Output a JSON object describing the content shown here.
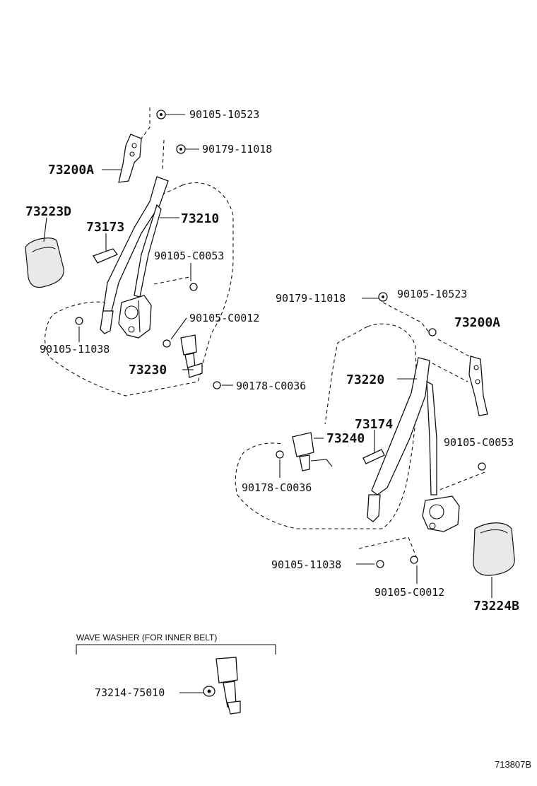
{
  "diagram": {
    "labels": {
      "p90105_10523_a": "90105-10523",
      "p90179_11018_a": "90179-11018",
      "p73200A_a": "73200A",
      "p73223D": "73223D",
      "p73173": "73173",
      "p73210": "73210",
      "p90105_C0053_a": "90105-C0053",
      "p90105_C0012_a": "90105-C0012",
      "p90105_11038_a": "90105-11038",
      "p73230": "73230",
      "p90178_C0036_a": "90178-C0036",
      "p90179_11018_b": "90179-11018",
      "p90105_10523_b": "90105-10523",
      "p73200A_b": "73200A",
      "p73220": "73220",
      "p73174": "73174",
      "p73240": "73240",
      "p90105_C0053_b": "90105-C0053",
      "p90178_C0036_b": "90178-C0036",
      "p90105_11038_b": "90105-11038",
      "p90105_C0012_b": "90105-C0012",
      "p73224B": "73224B",
      "p73214_75010": "73214-75010"
    },
    "note": "WAVE WASHER (FOR INNER BELT)",
    "reference": "713807B"
  }
}
